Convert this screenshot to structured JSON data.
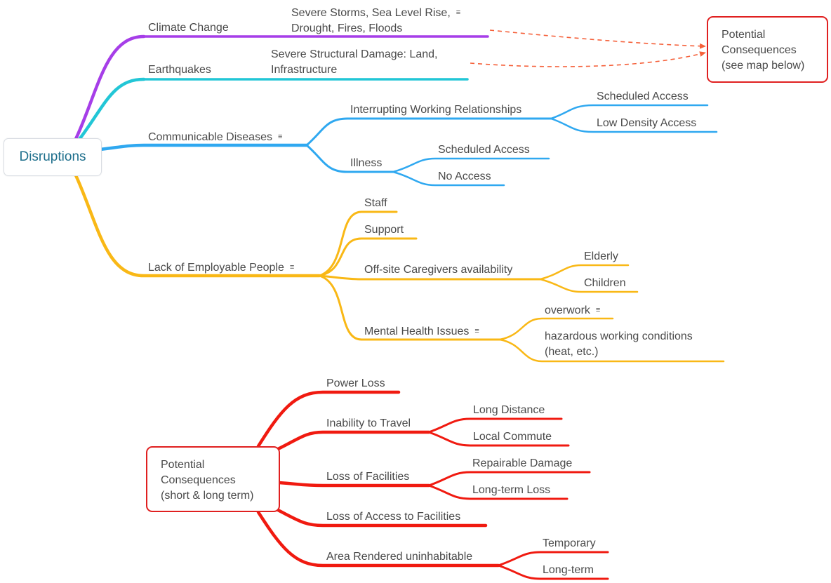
{
  "root": {
    "label": "Disruptions"
  },
  "consequences_ref": {
    "lines": [
      "Potential",
      "Consequences",
      "(see map below)"
    ]
  },
  "consequences_root": {
    "lines": [
      "Potential",
      "Consequences",
      "(short & long term)"
    ]
  },
  "branches": {
    "climate": {
      "label": "Climate Change",
      "detail_lines": [
        "Severe Storms, Sea Level Rise,",
        "Drought, Fires, Floods"
      ],
      "color": "#a63ee8"
    },
    "earthquakes": {
      "label": "Earthquakes",
      "detail_lines": [
        "Severe Structural Damage: Land,",
        "Infrastructure"
      ],
      "color": "#22c6d6"
    },
    "diseases": {
      "label": "Communicable Diseases",
      "color": "#2fa8f0",
      "interrupting": {
        "label": "Interrupting Working Relationships",
        "children": [
          "Scheduled Access",
          "Low Density Access"
        ]
      },
      "illness": {
        "label": "Illness",
        "children": [
          "Scheduled Access",
          "No Access"
        ]
      }
    },
    "people": {
      "label": "Lack of Employable People",
      "color": "#f9b816",
      "staff": "Staff",
      "support": "Support",
      "caregivers": {
        "label": "Off-site Caregivers availability",
        "children": [
          "Elderly",
          "Children"
        ]
      },
      "mental": {
        "label": "Mental Health Issues",
        "children": [
          "overwork"
        ],
        "hazard_lines": [
          "hazardous working conditions",
          "(heat, etc.)"
        ]
      }
    }
  },
  "consequences": {
    "color": "#f01a10",
    "power": "Power Loss",
    "travel": {
      "label": "Inability to Travel",
      "children": [
        "Long Distance",
        "Local Commute"
      ]
    },
    "facilities": {
      "label": "Loss of Facilities",
      "children": [
        "Repairable Damage",
        "Long-term Loss"
      ]
    },
    "access": "Loss of Access to Facilities",
    "uninhabitable": {
      "label": "Area Rendered uninhabitable",
      "children": [
        "Temporary",
        "Long-term"
      ]
    }
  },
  "icons": {
    "note": "note-icon",
    "arrow": "dashed-arrow"
  },
  "arrow_color": "#f5603a",
  "note_glyph": "≡"
}
